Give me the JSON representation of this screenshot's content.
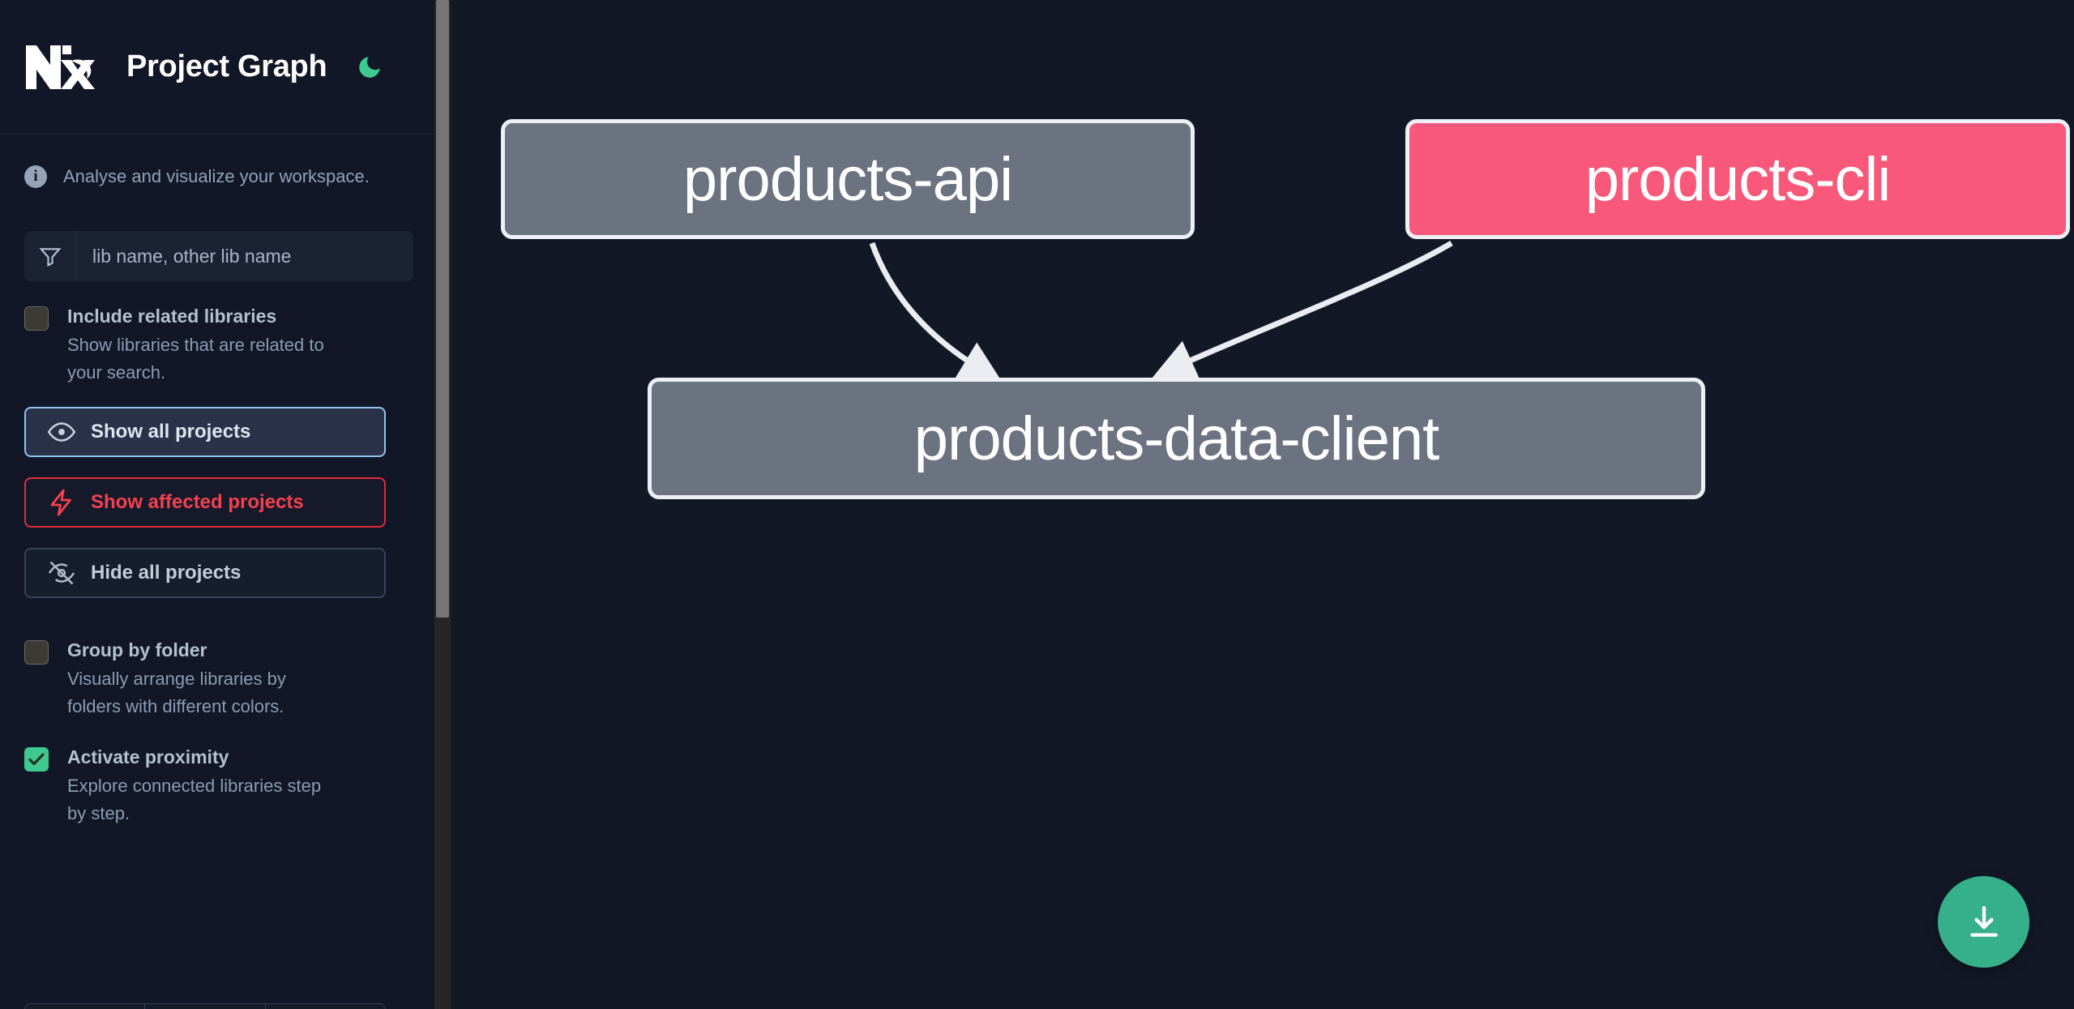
{
  "app": {
    "title": "Project Graph",
    "logo_icon": "nx-logo",
    "theme_toggle_icon": "moon-icon",
    "theme_accent": "#3dc98f"
  },
  "sidebar": {
    "info": {
      "icon": "info-icon",
      "text": "Analyse and visualize your workspace."
    },
    "search": {
      "icon": "filter-icon",
      "value": "",
      "placeholder": "lib name, other lib name"
    },
    "options": [
      {
        "id": "include-related-libraries",
        "label": "Include related libraries",
        "description": "Show libraries that are related to your search.",
        "checked": false
      },
      {
        "id": "group-by-folder",
        "label": "Group by folder",
        "description": "Visually arrange libraries by folders with different colors.",
        "checked": false
      },
      {
        "id": "activate-proximity",
        "label": "Activate proximity",
        "description": "Explore connected libraries step by step.",
        "checked": true
      }
    ],
    "buttons": [
      {
        "id": "show-all-projects",
        "label": "Show all projects",
        "icon": "eye-icon",
        "accent": "#8fc4ef"
      },
      {
        "id": "show-affected-projects",
        "label": "Show affected projects",
        "icon": "lightning-icon",
        "accent": "#f4414f"
      },
      {
        "id": "hide-all-projects",
        "label": "Hide all projects",
        "icon": "eye-off-icon",
        "accent": "#c3cdda"
      }
    ]
  },
  "graph": {
    "download_button": {
      "icon": "download-icon",
      "color": "#35b08a"
    },
    "nodes": [
      {
        "id": "products-api",
        "label": "products-api",
        "color": "#6b7280",
        "state": "normal"
      },
      {
        "id": "products-cli",
        "label": "products-cli",
        "color": "#f8587a",
        "state": "affected"
      },
      {
        "id": "products-data-client",
        "label": "products-data-client",
        "color": "#6b7280",
        "state": "normal"
      }
    ],
    "edges": [
      {
        "from": "products-api",
        "to": "products-data-client"
      },
      {
        "from": "products-cli",
        "to": "products-data-client"
      }
    ]
  }
}
